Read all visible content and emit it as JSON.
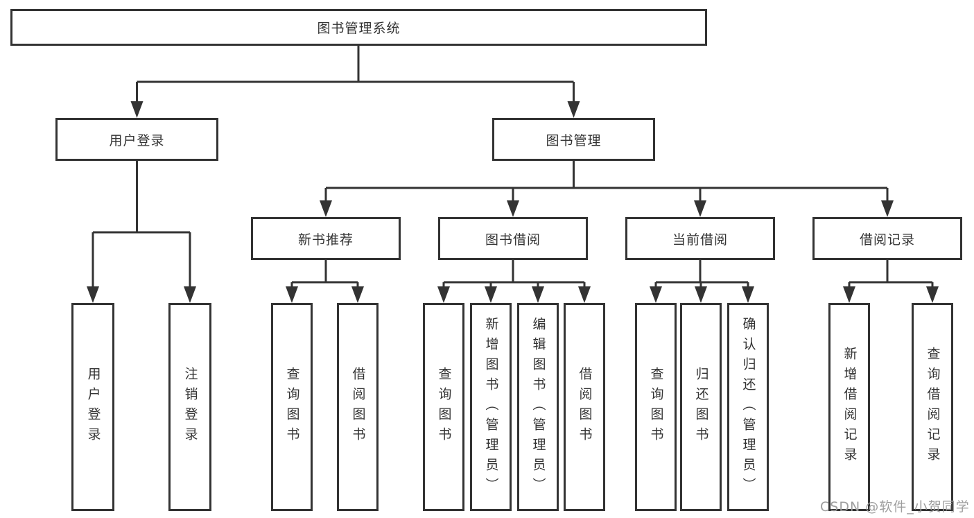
{
  "tree": {
    "label": "图书管理系统",
    "children": [
      {
        "label": "用户登录",
        "children": [
          {
            "label": "用户登录"
          },
          {
            "label": "注销登录"
          }
        ]
      },
      {
        "label": "图书管理",
        "children": [
          {
            "label": "新书推荐",
            "children": [
              {
                "label": "查询图书"
              },
              {
                "label": "借阅图书"
              }
            ]
          },
          {
            "label": "图书借阅",
            "children": [
              {
                "label": "查询图书"
              },
              {
                "label": "新增图书（管理员）"
              },
              {
                "label": "编辑图书（管理员）"
              },
              {
                "label": "借阅图书"
              }
            ]
          },
          {
            "label": "当前借阅",
            "children": [
              {
                "label": "查询图书"
              },
              {
                "label": "归还图书"
              },
              {
                "label": "确认归还（管理员）"
              }
            ]
          },
          {
            "label": "借阅记录",
            "children": [
              {
                "label": "新增借阅记录"
              },
              {
                "label": "查询借阅记录"
              }
            ]
          }
        ]
      }
    ]
  },
  "watermark": {
    "text": "CSDN @软件_小贺同学"
  },
  "colors": {
    "line": "#333333",
    "box-border": "#333333",
    "box-fill": "#ffffff",
    "text": "#333333",
    "watermark": "#9e9e9e",
    "bg": "#ffffff"
  }
}
